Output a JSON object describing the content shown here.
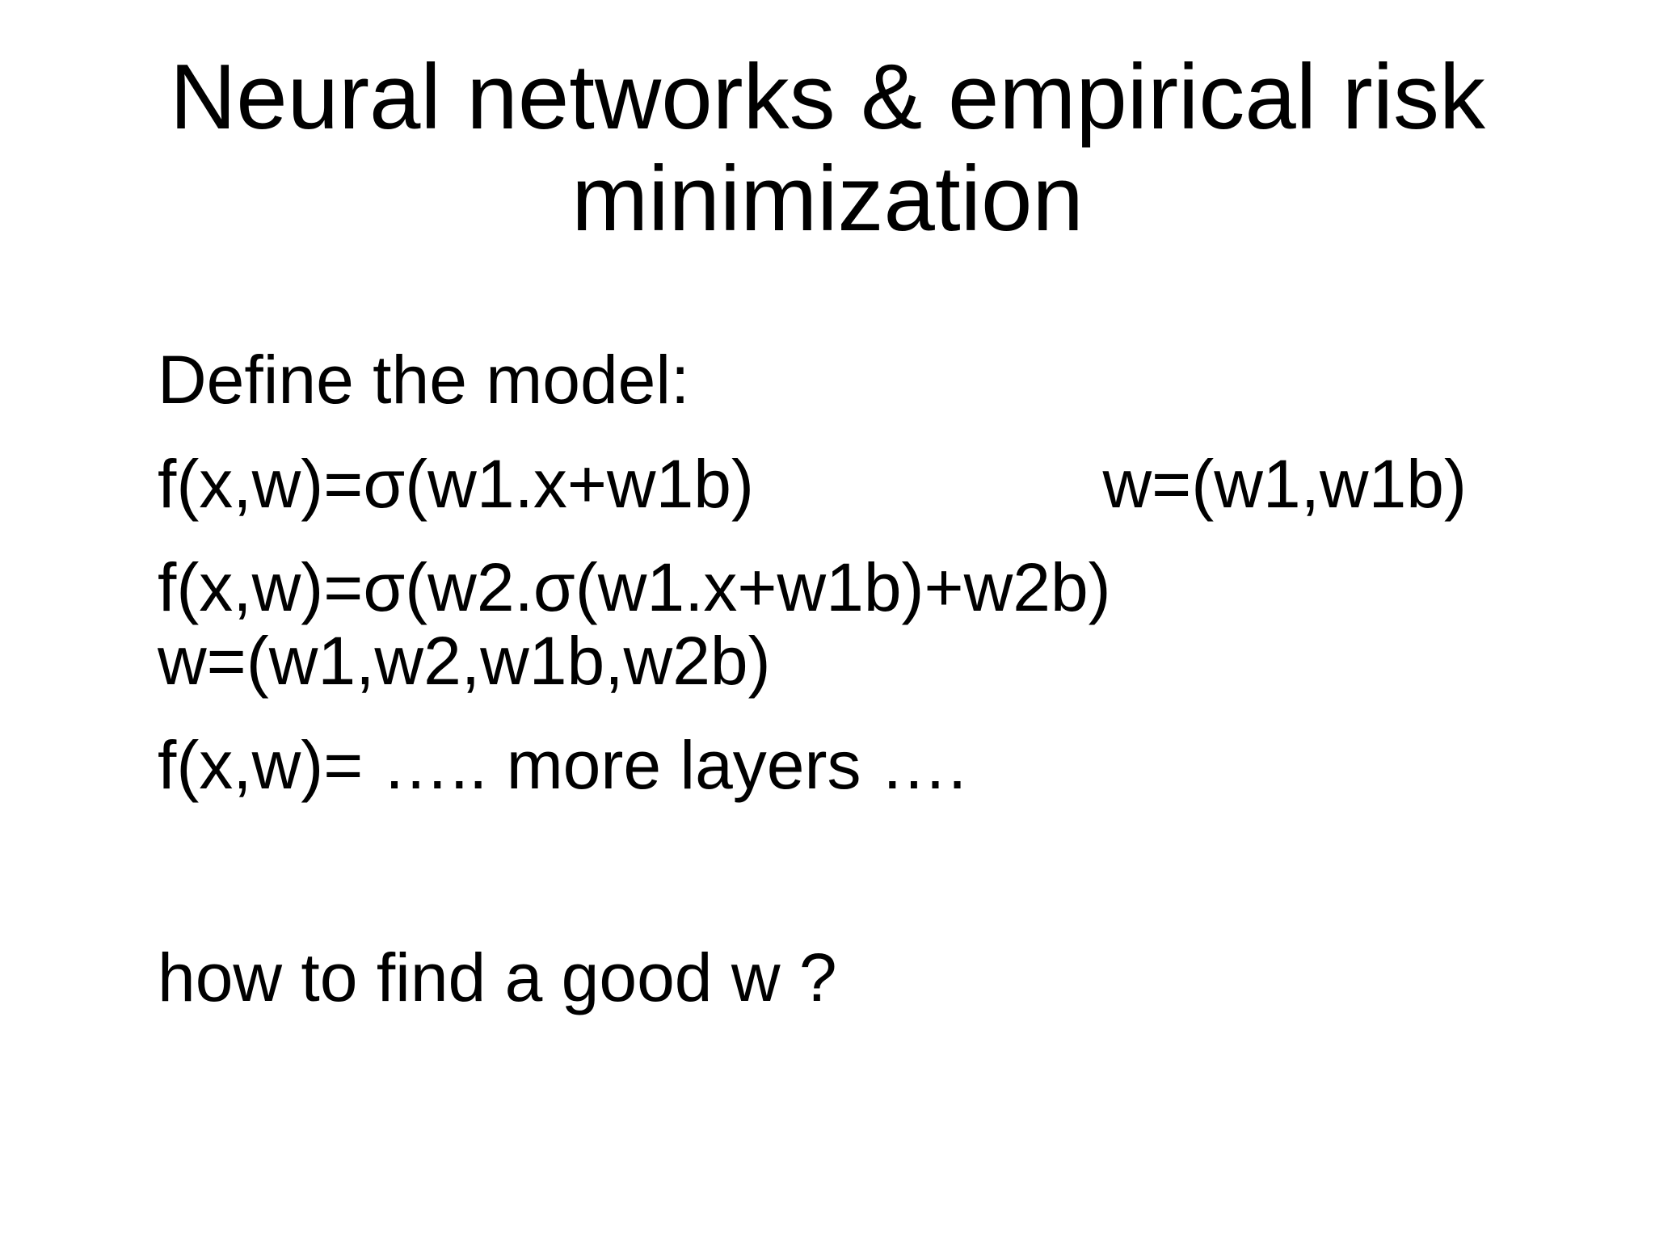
{
  "colors": {
    "background": "#ffffff",
    "text": "#000000"
  },
  "slide": {
    "title": "Neural networks & empirical risk minimization",
    "body": {
      "intro": "Define the model:",
      "formula_one": "f(x,w)=σ(w1.x+w1b)",
      "formula_one_weights": "w=(w1,w1b)",
      "formula_two": "f(x,w)=σ(w2.σ(w1.x+w1b)+w2b)",
      "formula_two_weights": "w=(w1,w2,w1b,w2b)",
      "formula_more_layers": "f(x,w)= ….. more layers ….",
      "question": "how to find a good w ?"
    }
  }
}
